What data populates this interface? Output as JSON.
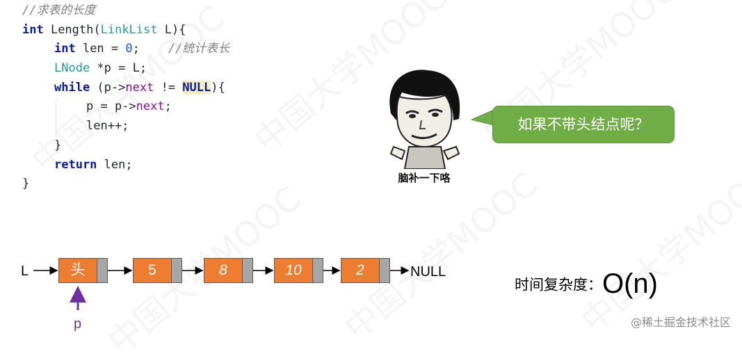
{
  "code": {
    "lines": [
      {
        "comment": "//求表的长度"
      },
      {
        "kw": "int",
        "text": " Length(",
        "type": "LinkList",
        "rest": " L){"
      },
      {
        "kw": "int",
        "text": " len = ",
        "num": "0",
        "rest": ";",
        "comment": "//统计表长"
      },
      {
        "type": "LNode",
        "text": " *p = L;"
      },
      {
        "kw": "while",
        "text": " (p->",
        "field": "next",
        "mid": " != ",
        "nullkw": "NULL",
        "rest": "){"
      },
      {
        "text": "p = p->",
        "field": "next",
        "rest": ";"
      },
      {
        "text": "len++;"
      },
      {
        "text": "}"
      },
      {
        "kw": "return",
        "text": " len;"
      },
      {
        "text": "}"
      }
    ]
  },
  "meme": {
    "caption": "脑补一下咯",
    "bubble_text": "如果不带头结点呢？"
  },
  "list": {
    "head_label": "L",
    "pointer_label": "p",
    "null_label": "NULL",
    "nodes": [
      "头",
      "5",
      "8",
      "10",
      "2"
    ],
    "node_color": "#ed7d31",
    "pointer_color": "#7030a0"
  },
  "complexity": {
    "label": "时间复杂度：",
    "value": "O(n)"
  },
  "watermark": "中国大学MOOC",
  "credit": "@稀土掘金技术社区"
}
